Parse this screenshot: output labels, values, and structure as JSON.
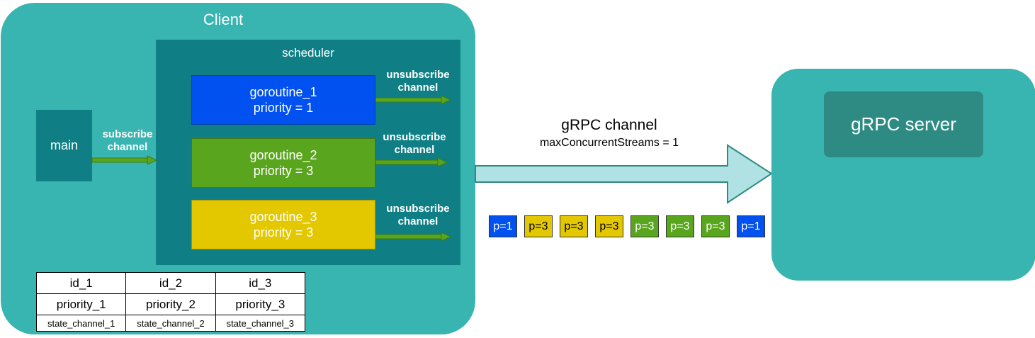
{
  "client": {
    "title": "Client"
  },
  "scheduler": {
    "title": "scheduler"
  },
  "main": {
    "label": "main"
  },
  "subscribe": {
    "line1": "subscribe",
    "line2": "channel"
  },
  "goroutines": [
    {
      "name": "goroutine_1",
      "priority": "priority = 1",
      "color": "#0051f0"
    },
    {
      "name": "goroutine_2",
      "priority": "priority = 3",
      "color": "#5aa51e"
    },
    {
      "name": "goroutine_3",
      "priority": "priority = 3",
      "color": "#e3c800"
    }
  ],
  "unsubscribe": {
    "line1": "unsubscribe",
    "line2": "channel"
  },
  "table": {
    "ids": [
      "id_1",
      "id_2",
      "id_3"
    ],
    "priorities": [
      "priority_1",
      "priority_2",
      "priority_3"
    ],
    "states": [
      "state_channel_1",
      "state_channel_2",
      "state_channel_3"
    ]
  },
  "grpc_channel": {
    "title": "gRPC channel",
    "subtitle": "maxConcurrentStreams = 1"
  },
  "queue": [
    {
      "label": "p=1",
      "color": "blue"
    },
    {
      "label": "p=3",
      "color": "yellow"
    },
    {
      "label": "p=3",
      "color": "yellow"
    },
    {
      "label": "p=3",
      "color": "yellow"
    },
    {
      "label": "p=3",
      "color": "green"
    },
    {
      "label": "p=3",
      "color": "green"
    },
    {
      "label": "p=3",
      "color": "green"
    },
    {
      "label": "p=1",
      "color": "blue"
    }
  ],
  "server": {
    "title": "gRPC server"
  },
  "colors": {
    "teal": "#38b5b0",
    "dark_teal": "#0f7f85",
    "blue": "#0051f0",
    "green": "#5aa51e",
    "yellow": "#e3c800",
    "big_arrow_fill": "#b0e2e4",
    "big_arrow_stroke": "#2e8b84"
  }
}
